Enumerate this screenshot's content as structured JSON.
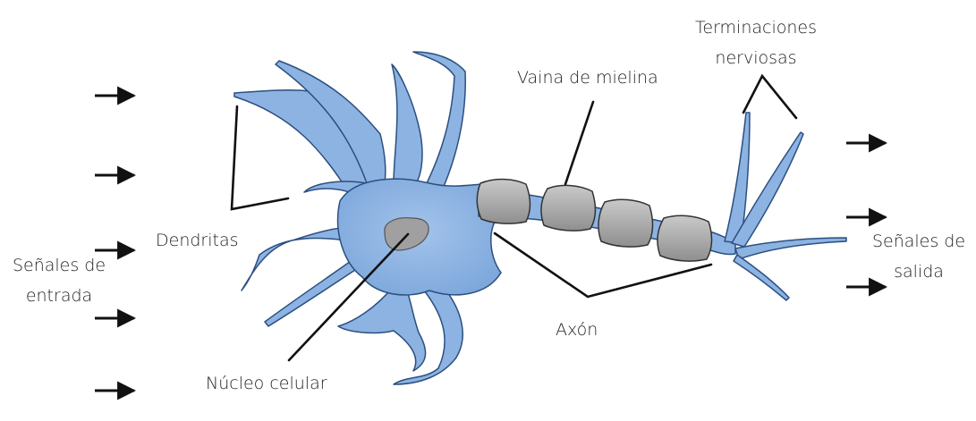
{
  "labels": {
    "input_signals": [
      "Señales de",
      "entrada"
    ],
    "dendrites": "Dendritas",
    "nucleus": "Núcleo celular",
    "myelin": "Vaina de mielina",
    "axon": "Axón",
    "terminals": [
      "Terminaciones",
      "nerviosas"
    ],
    "output_signals": [
      "Señales de",
      "salida"
    ]
  },
  "colors": {
    "neuron_fill": "#8db3e2",
    "neuron_stroke": "#2b4f80",
    "myelin_fill": "#a6a6a6",
    "nucleus_fill": "#a0a0a0",
    "line": "#111111"
  }
}
